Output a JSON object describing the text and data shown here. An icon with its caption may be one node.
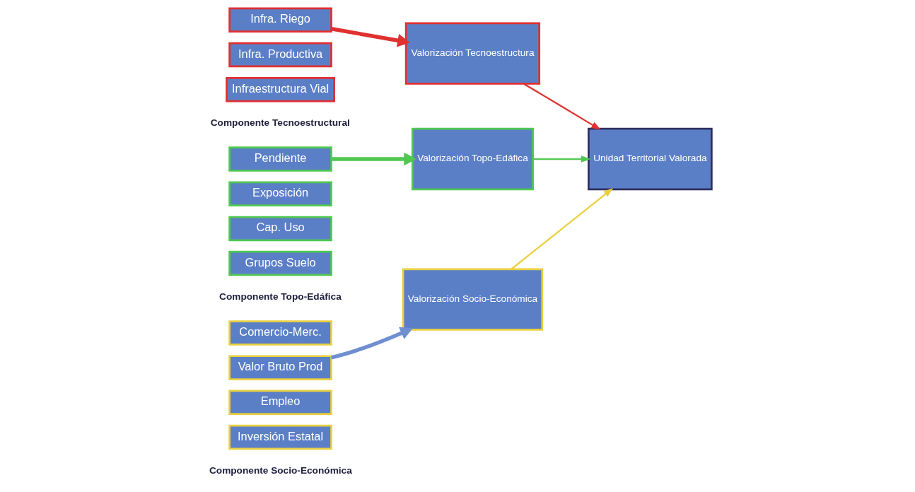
{
  "diagram": {
    "nodes": [
      {
        "text": [
          "Infra. Riego"
        ]
      },
      {
        "text": [
          "Infra. Productiva"
        ]
      },
      {
        "text": [
          "Infraestructura Vial"
        ]
      },
      {
        "text": [
          "Valorización Tecnoestructura"
        ]
      },
      {
        "text": [
          "Valorización Topo-Edáfica"
        ]
      },
      {
        "text": [
          "Pendiente"
        ]
      },
      {
        "text": [
          "Exposición"
        ]
      },
      {
        "text": [
          "Cap. Uso"
        ]
      },
      {
        "text": [
          "Grupos Suelo"
        ]
      },
      {
        "text": [
          "Comercio-Merc."
        ]
      },
      {
        "text": [
          "Valor Bruto Prod"
        ]
      },
      {
        "text": [
          "Empleo"
        ]
      },
      {
        "text": [
          "Inversión Estatal"
        ]
      },
      {
        "text": [
          "Valorización Socio-Económica"
        ]
      },
      {
        "text": [
          "Unidad Territorial Valorada"
        ]
      }
    ],
    "edges": [
      {
        "from": 0,
        "to": 3,
        "arrow": "to",
        "style": "thick",
        "color": "#e03030"
      },
      {
        "from": 5,
        "to": 4,
        "arrow": "to",
        "style": "thick",
        "color": "#50c850"
      },
      {
        "from": 10,
        "to": 13,
        "arrow": "to",
        "style": "thick",
        "color": "#6f8fd0"
      },
      {
        "from": 3,
        "to": 14,
        "arrow": "to",
        "color": "#e03030"
      },
      {
        "from": 4,
        "to": 14,
        "arrow": "to",
        "color": "#50c850"
      },
      {
        "from": 13,
        "to": 14,
        "arrow": "to",
        "color": "#e8d040"
      }
    ],
    "labels": [
      "Componente Tecnoestructural",
      "Componente Socio-Económica",
      "Componente Topo-Edáfica"
    ]
  }
}
